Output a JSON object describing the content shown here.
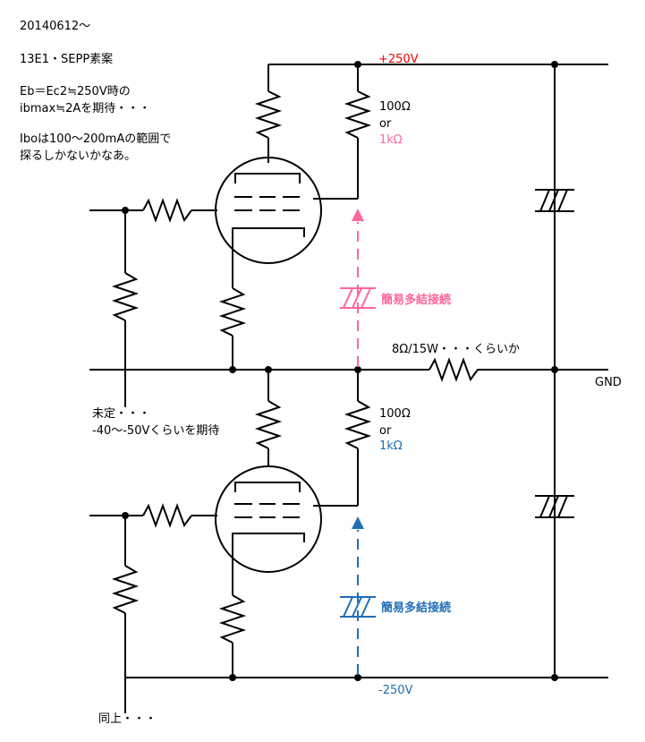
{
  "notes": {
    "date": "20140612～",
    "title": "13E1・SEPP素案",
    "line1": "Eb＝Ec2≒250V時の",
    "line2": "ibmax≒2Aを期待・・・",
    "line3": "Iboは100～200mAの範囲で",
    "line4": "探るしかないかなあ。"
  },
  "labels": {
    "plus_rail": "+250V",
    "minus_rail": "-250V",
    "gnd": "GND",
    "load": "8Ω/15W・・・くらいか",
    "upper_res": "100Ω",
    "upper_or": "or",
    "upper_alt": "1kΩ",
    "lower_res": "100Ω",
    "lower_or": "or",
    "lower_alt": "1kΩ",
    "upper_connection": "簡易多結接続",
    "lower_connection": "簡易多結接続",
    "bias_note1": "未定・・・",
    "bias_note2": "-40～-50Vくらいを期待",
    "bias_same": "同上・・・"
  },
  "colors": {
    "wire": "#000000",
    "rail_plus": "#ff0000",
    "upper_accent": "#ff6699",
    "lower_accent": "#1f6fb5"
  }
}
